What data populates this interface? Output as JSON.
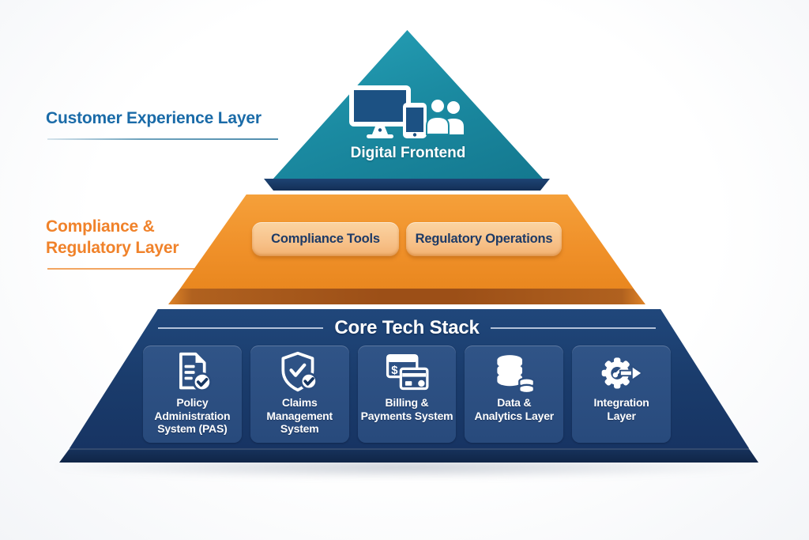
{
  "side_labels": {
    "customer_experience": "Customer Experience Layer",
    "compliance_regulatory": "Compliance &\nRegulatory Layer"
  },
  "top_layer": {
    "title": "Digital Frontend",
    "icons": [
      "monitor-icon",
      "smartphone-icon",
      "users-icon"
    ]
  },
  "middle_layer": {
    "pills": [
      {
        "label": "Compliance Tools"
      },
      {
        "label": "Regulatory Operations"
      }
    ]
  },
  "core_stack": {
    "title": "Core Tech Stack",
    "currency_symbol": "$",
    "boxes": [
      {
        "label": "Policy\nAdministration\nSystem (PAS)",
        "icon": "document-check-icon"
      },
      {
        "label": "Claims\nManagement\nSystem",
        "icon": "shield-check-icon"
      },
      {
        "label": "Billing &\nPayments System",
        "icon": "credit-cards-icon"
      },
      {
        "label": "Data &\nAnalytics Layer",
        "icon": "database-icon"
      },
      {
        "label": "Integration\nLayer",
        "icon": "gear-arrow-icon"
      }
    ]
  },
  "colors": {
    "teal": "#1b8ba2",
    "teal_base": "#16345d",
    "orange": "#f0912a",
    "orange_base": "#9c4f17",
    "navy": "#1a3c6c",
    "box_fill": "#2b4e80",
    "pill_fill": "#f7c189",
    "label_blue": "#1a6ba8",
    "label_orange": "#f0822a",
    "white": "#ffffff"
  }
}
